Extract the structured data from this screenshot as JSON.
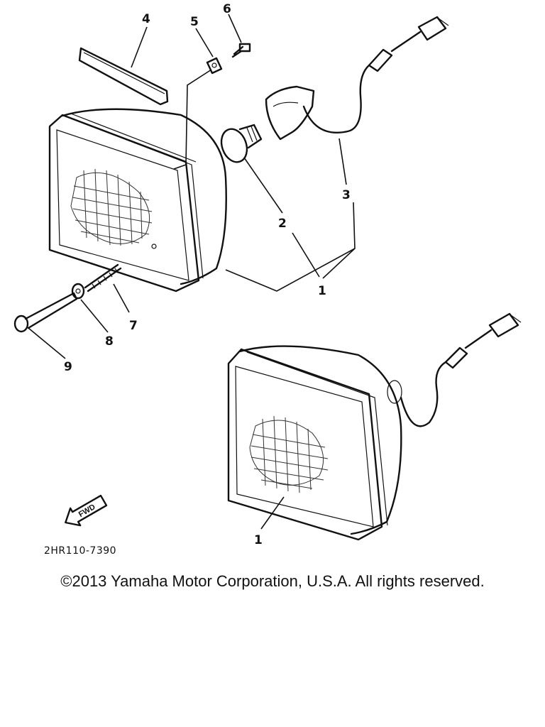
{
  "callouts": [
    {
      "id": "c4",
      "text": "4"
    },
    {
      "id": "c5",
      "text": "5"
    },
    {
      "id": "c6",
      "text": "6"
    },
    {
      "id": "c2",
      "text": "2"
    },
    {
      "id": "c3",
      "text": "3"
    },
    {
      "id": "c1a",
      "text": "1"
    },
    {
      "id": "c7",
      "text": "7"
    },
    {
      "id": "c8",
      "text": "8"
    },
    {
      "id": "c9",
      "text": "9"
    },
    {
      "id": "c1b",
      "text": "1"
    }
  ],
  "diagram_code": "2HR110-7390",
  "fwd_label": "FWD",
  "copyright": "©2013 Yamaha Motor Corporation, U.S.A. All rights reserved."
}
